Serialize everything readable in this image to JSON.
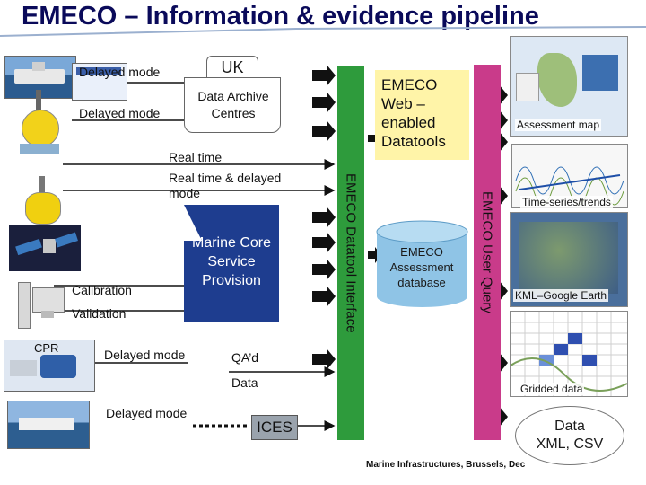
{
  "title": "EMECO – Information & evidence pipeline",
  "sources": {
    "delayed_mode_1": "Delayed mode",
    "delayed_mode_2": "Delayed mode",
    "real_time": "Real time",
    "real_time_delayed": "Real time & delayed mode",
    "calibration": "Calibration",
    "validation": "Validation",
    "cpr": "CPR",
    "delayed_mode_3": "Delayed mode",
    "delayed_mode_4": "Delayed mode"
  },
  "uk": {
    "tab": "UK",
    "label": "Data Archive Centres"
  },
  "msp": {
    "label": "Marine Core Service Provision"
  },
  "qa": {
    "line1": "QA’d",
    "line2": "Data"
  },
  "ices": "ICES",
  "datatool_interface": "EMECO Datatool Interface",
  "web_tools": "EMECO Web – enabled Datatools",
  "database": "EMECO Assessment database",
  "user_query": "EMECO User Query",
  "outputs": {
    "assessment_map": "Assessment map",
    "time_series": "Time-series/trends",
    "kml": "KML–Google Earth",
    "gridded": "Gridded data",
    "data_line1": "Data",
    "data_line2": "XML, CSV"
  },
  "footer": "Marine Infrastructures, Brussels, Dec",
  "colors": {
    "green_bar": "#2e9b3c",
    "pink_bar": "#c93b8a",
    "msp_fill": "#1e3d8f",
    "web_box": "#fff4a8",
    "arrow": "#111111"
  }
}
